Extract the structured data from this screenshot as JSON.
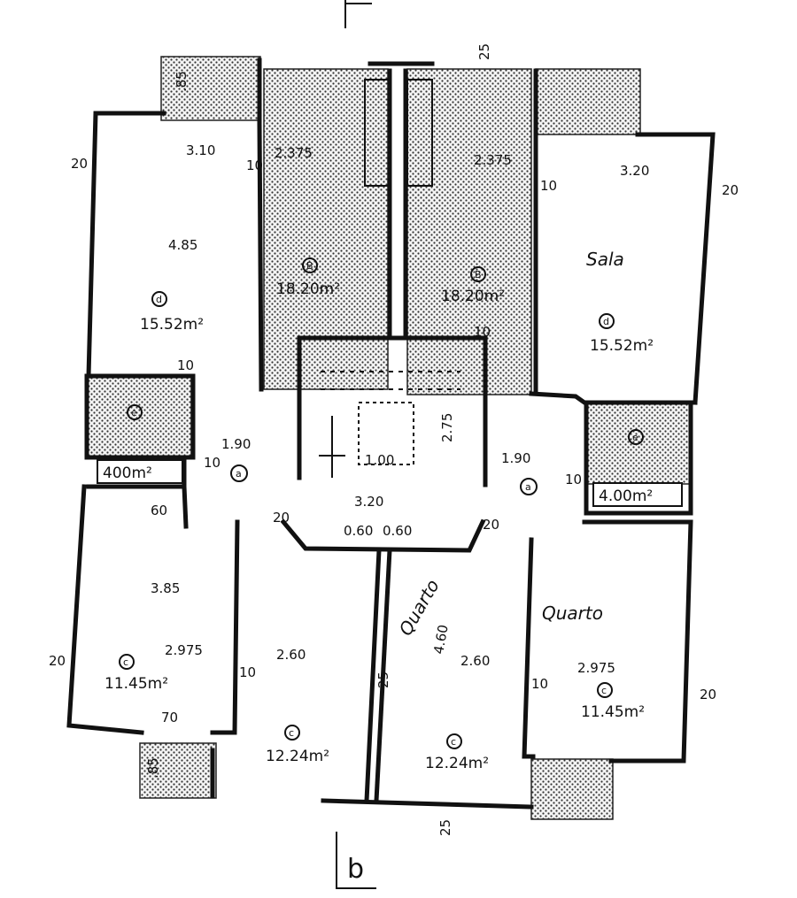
{
  "section_marks": {
    "top": "",
    "bottom": "b"
  },
  "dimensions": {
    "top_left_width": "3.10",
    "top_right_width": "3.20",
    "top_left_height": "4.85",
    "center_width": "3.20",
    "hall_left": "1.90",
    "hall_right": "1.90",
    "stair_depth": "2.75",
    "balcony_left": "2.375",
    "balcony_right": "2.375",
    "bottom_left_height": "3.85",
    "bottom_left_width": "2.975",
    "bottom_right_width": "2.975",
    "bottom_mid_left_width": "2.60",
    "bottom_mid_right_width": "2.60",
    "bottom_mid_right_height": "4.60",
    "opening_a": "0.60",
    "opening_b": "0.60",
    "stair_label": "1.00",
    "small_a": "25",
    "small_b": "25",
    "small_c": "25",
    "wall_20a": "20",
    "wall_20b": "20",
    "wall_20c": "20",
    "wall_20d": "20",
    "wall_20e": "20",
    "wall_20f": "20",
    "wall_10a": "10",
    "wall_10b": "10",
    "wall_10c": "10",
    "wall_10d": "10",
    "wall_10e": "10",
    "wall_10f": "10",
    "wall_10g": "10",
    "wall_10h": "10",
    "v_085a": ".85",
    "v_085b": ".85",
    "v_60": "60",
    "v_70": "70"
  },
  "rooms": {
    "sala_left": {
      "code": "d",
      "area": "15.52m²"
    },
    "sala_right": {
      "code": "d",
      "area": "15.52m²",
      "label": "Sala"
    },
    "varanda_left": {
      "code": "B",
      "area": "18.20m²"
    },
    "varanda_right": {
      "code": "B",
      "area": "18.20m²"
    },
    "wc_left": {
      "code": "e",
      "area": "400m²"
    },
    "wc_right": {
      "code": "e",
      "area": "4.00m²"
    },
    "hall_left": {
      "code": "a"
    },
    "hall_right": {
      "code": "a"
    },
    "quarto_left": {
      "code": "c",
      "area": "11.45m²"
    },
    "quarto_mid_left": {
      "code": "c",
      "area": "12.24m²"
    },
    "quarto_mid_right": {
      "code": "c",
      "area": "12.24m²",
      "label": "Quarto"
    },
    "quarto_right": {
      "code": "c",
      "area": "11.45m²",
      "label": "Quarto"
    }
  }
}
